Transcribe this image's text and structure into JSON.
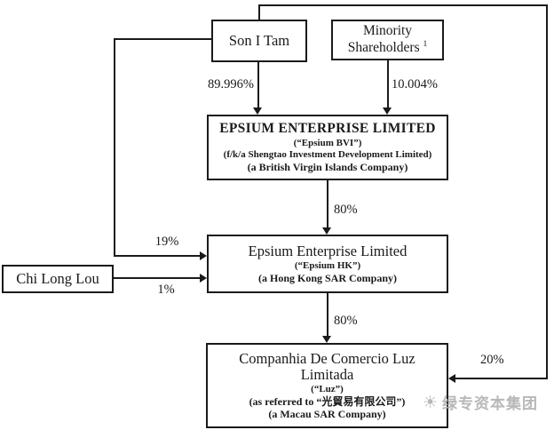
{
  "diagram": {
    "nodes": {
      "son_i_tam": {
        "label": "Son I Tam"
      },
      "minority": {
        "line1": "Minority",
        "line2": "Shareholders ",
        "footnote_ref": "1"
      },
      "epsium_bvi": {
        "title": "EPSIUM ENTERPRISE LIMITED",
        "alias": "(“Epsium BVI”)",
        "fka": "(f/k/a Shengtao Investment Development Limited)",
        "jurisdiction": "(a British Virgin Islands Company)"
      },
      "chi_long_lou": {
        "label": "Chi Long Lou"
      },
      "epsium_hk": {
        "title": "Epsium Enterprise Limited",
        "alias": "(“Epsium HK”)",
        "jurisdiction": "(a Hong Kong SAR Company)"
      },
      "luz": {
        "title_line1": "Companhia De Comercio Luz",
        "title_line2": "Limitada",
        "alias": "(“Luz”)",
        "referred": "(as referred to “光貿易有限公司”)",
        "jurisdiction": "(a Macau SAR Company)"
      }
    },
    "edges": {
      "son_to_bvi": "89.996%",
      "minority_to_bvi": "10.004%",
      "bvi_to_hk": "80%",
      "son_to_hk": "19%",
      "chi_to_hk": "1%",
      "hk_to_luz": "80%",
      "son_to_luz": "20%"
    },
    "colors": {
      "line": "#1a1a1a",
      "watermark": "#b8b8b8"
    },
    "watermark": {
      "icon": "☀",
      "text": "绿专资本集团"
    }
  }
}
